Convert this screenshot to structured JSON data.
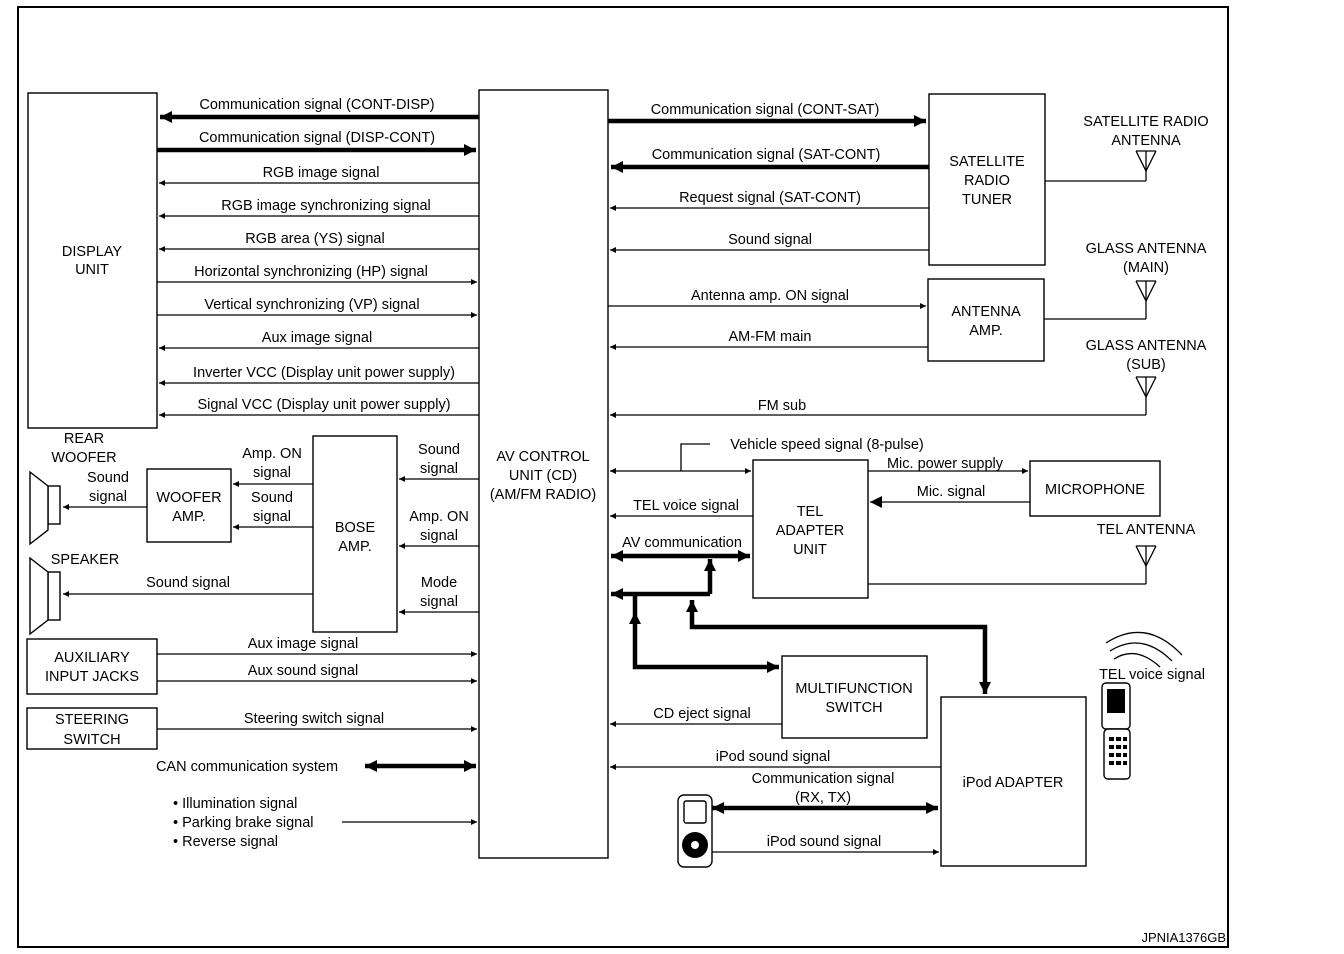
{
  "units": {
    "display": [
      "DISPLAY",
      "UNIT"
    ],
    "av": [
      "AV CONTROL",
      "UNIT (CD)",
      "(AM/FM RADIO)"
    ],
    "sat_tuner": [
      "SATELLITE",
      "RADIO",
      "TUNER"
    ],
    "antenna_amp": [
      "ANTENNA",
      "AMP."
    ],
    "tel_adapter": [
      "TEL",
      "ADAPTER",
      "UNIT"
    ],
    "microphone": [
      "MICROPHONE"
    ],
    "multifunction": [
      "MULTIFUNCTION",
      "SWITCH"
    ],
    "ipod_adapter": [
      "iPod ADAPTER"
    ],
    "bose_amp": [
      "BOSE",
      "AMP."
    ],
    "woofer_amp": [
      "WOOFER",
      "AMP."
    ],
    "aux_jacks": [
      "AUXILIARY",
      "INPUT JACKS"
    ],
    "steering": [
      "STEERING",
      "SWITCH"
    ]
  },
  "external": {
    "sat_antenna": [
      "SATELLITE RADIO",
      "ANTENNA"
    ],
    "glass_main": [
      "GLASS ANTENNA",
      "(MAIN)"
    ],
    "glass_sub": [
      "GLASS ANTENNA",
      "(SUB)"
    ],
    "tel_antenna": [
      "TEL ANTENNA"
    ],
    "rear_woofer": [
      "REAR",
      "WOOFER"
    ],
    "speaker": [
      "SPEAKER"
    ]
  },
  "signals": {
    "display": [
      "Communication signal (CONT-DISP)",
      "Communication signal (DISP-CONT)",
      "RGB image signal",
      "RGB image synchronizing signal",
      "RGB area (YS) signal",
      "Horizontal synchronizing (HP) signal",
      "Vertical synchronizing (VP) signal",
      "Aux image signal",
      "Inverter VCC (Display unit power supply)",
      "Signal VCC (Display unit power supply)"
    ],
    "right": {
      "cont_sat": "Communication signal (CONT-SAT)",
      "sat_cont": "Communication signal (SAT-CONT)",
      "request": "Request signal (SAT-CONT)",
      "sound": "Sound signal",
      "ant_on": "Antenna amp. ON signal",
      "amfm": "AM-FM main",
      "fm_sub": "FM sub",
      "vehicle_speed": "Vehicle speed signal (8-pulse)",
      "mic_power": "Mic. power supply",
      "mic_signal": "Mic. signal",
      "tel_voice": "TEL voice signal",
      "av_comm": "AV communication",
      "cd_eject": "CD eject signal",
      "ipod_sound_av": "iPod sound signal",
      "ipod_comm": [
        "Communication signal",
        "(RX, TX)"
      ],
      "ipod_sound_player": "iPod sound signal",
      "tel_voice_wireless": "TEL voice signal"
    },
    "left": {
      "bose_sound": [
        "Sound",
        "signal"
      ],
      "bose_amp_on": [
        "Amp. ON",
        "signal"
      ],
      "bose_mode": [
        "Mode",
        "signal"
      ],
      "woofer_amp_on": [
        "Amp. ON",
        "signal"
      ],
      "woofer_sound": [
        "Sound",
        "signal"
      ],
      "woofer_speaker_sound": [
        "Sound",
        "signal"
      ],
      "speaker_sound": "Sound signal",
      "aux_image": "Aux image signal",
      "aux_sound": "Aux sound signal",
      "steering_sw": "Steering switch signal",
      "can": "CAN communication system",
      "bullets": [
        "• Illumination signal",
        "• Parking brake signal",
        "• Reverse signal"
      ]
    }
  },
  "figure_code": "JPNIA1376GB",
  "icons": [
    "antenna-icon",
    "speaker-icon",
    "mobile-phone-icon",
    "ipod-player-icon"
  ]
}
